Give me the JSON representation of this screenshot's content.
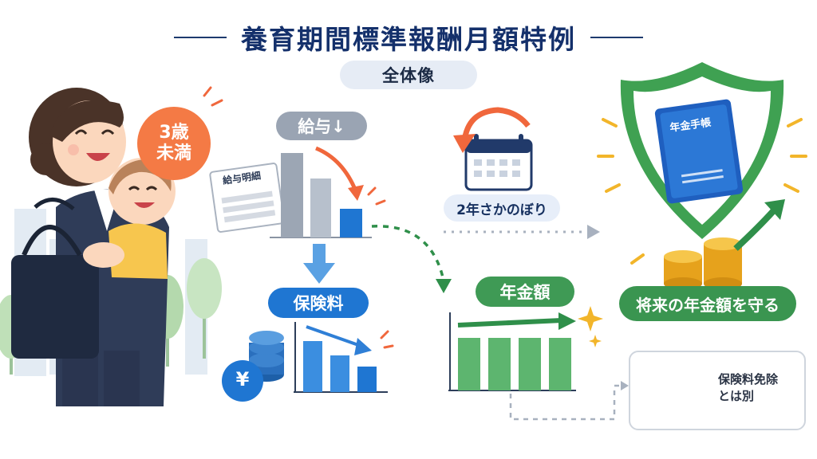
{
  "header": {
    "title": "養育期間標準報酬月額特例",
    "subtitle": "全体像"
  },
  "badge": {
    "line1": "3歳",
    "line2": "未満"
  },
  "salary": {
    "label": "給与↓",
    "payslip_label": "給与明細"
  },
  "premium": {
    "label": "保険料",
    "currency_symbol": "¥"
  },
  "retroactive": {
    "label": "2年さかのぼり"
  },
  "pension": {
    "label": "年金額"
  },
  "protection": {
    "notebook_label": "年金手帳",
    "label": "将来の年金額を守る"
  },
  "exemption": {
    "line1": "保険料免除",
    "line2": "とは別"
  },
  "colors": {
    "navy": "#14306b",
    "salary_gray": "#9aa4b3",
    "premium_blue": "#1f76d2",
    "pension_green": "#3f9a55",
    "accent_orange": "#f47a45",
    "gold": "#f2b52a"
  }
}
